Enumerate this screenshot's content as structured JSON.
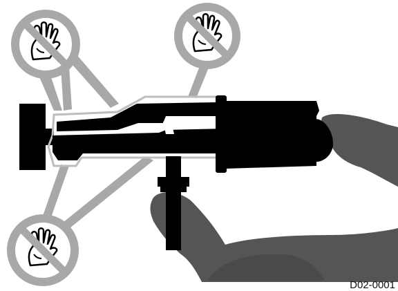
{
  "figure": {
    "code": "D02-0001",
    "colors": {
      "tool": "#000000",
      "hands": "#555555",
      "callout_ring": "#a8a8a8",
      "callout_fill": "#ffffff",
      "background": "#ffffff"
    },
    "warnings": [
      {
        "icon": "no-hands-icon",
        "meaning": "prohibited"
      },
      {
        "icon": "no-hands-icon",
        "meaning": "prohibited"
      },
      {
        "icon": "no-hands-icon",
        "meaning": "prohibited"
      }
    ]
  }
}
